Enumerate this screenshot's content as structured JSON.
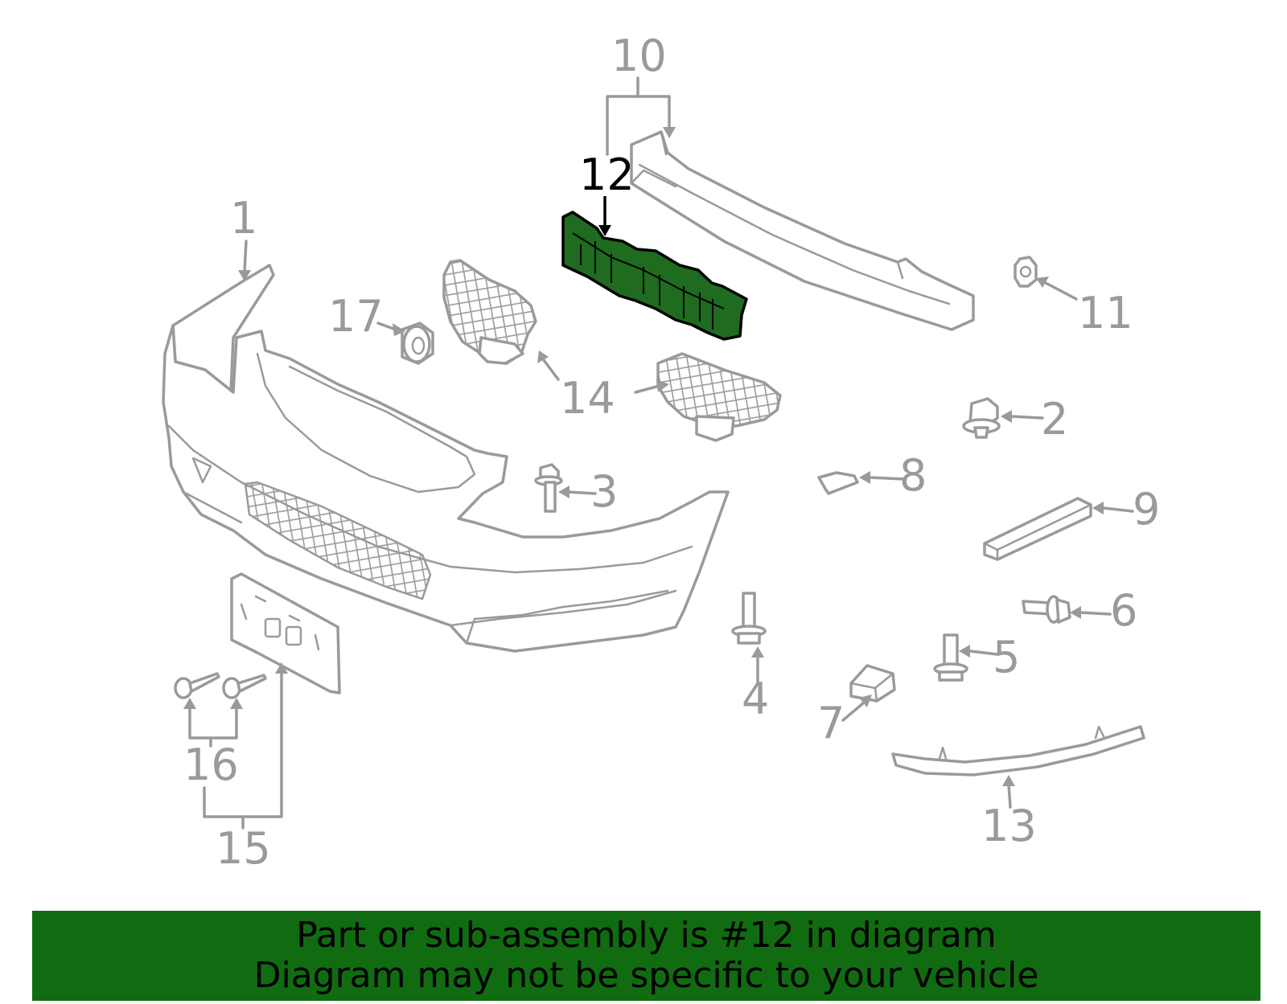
{
  "diagram": {
    "callouts": [
      "1",
      "2",
      "3",
      "4",
      "5",
      "6",
      "7",
      "8",
      "9",
      "10",
      "11",
      "12",
      "13",
      "14",
      "15",
      "16",
      "17"
    ],
    "highlighted_callout": "12"
  },
  "banner": {
    "line1": "Part or sub-assembly is #12 in diagram",
    "line2": "Diagram may not be specific to your vehicle",
    "color": "#116b11"
  },
  "colors": {
    "part_outline": "#9a9a9a",
    "highlight_fill": "#1f6b1f"
  }
}
